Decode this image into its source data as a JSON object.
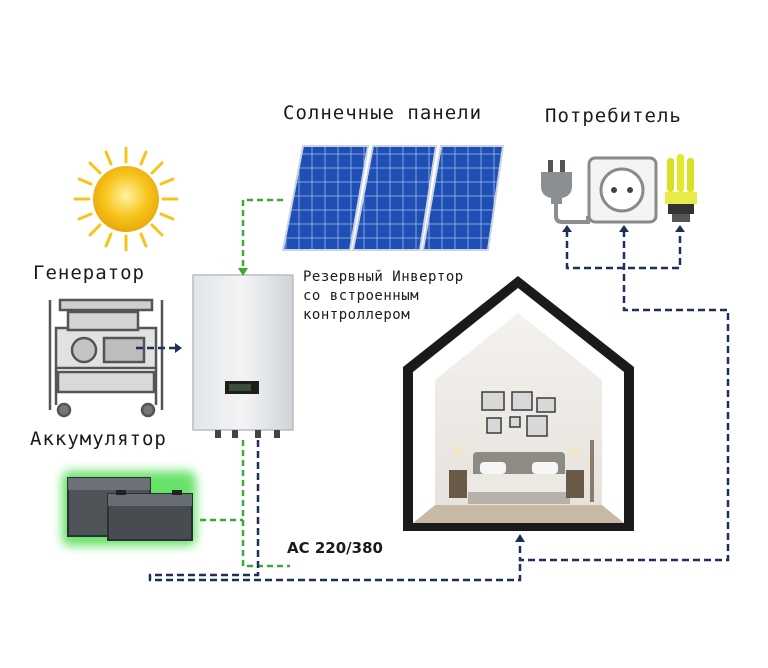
{
  "labels": {
    "solar_panels": "Солнечные панели",
    "consumer": "Потребитель",
    "generator": "Генератор",
    "battery": "Аккумулятор",
    "inverter": [
      "Резервный Инвертор",
      "со встроенным",
      "контроллером"
    ],
    "ac": "AC 220/380"
  },
  "colors": {
    "green_line": "#3aaa35",
    "blue_line": "#1e2f5c",
    "panel_blue": "#1f4fb5",
    "sun": "#f7c41b",
    "house_outline": "#111111"
  },
  "icons": [
    "sun-icon",
    "solar-panel-icon",
    "plug-icon",
    "socket-icon",
    "bulb-icon",
    "generator-icon",
    "inverter-icon",
    "battery-icon",
    "house-icon"
  ]
}
